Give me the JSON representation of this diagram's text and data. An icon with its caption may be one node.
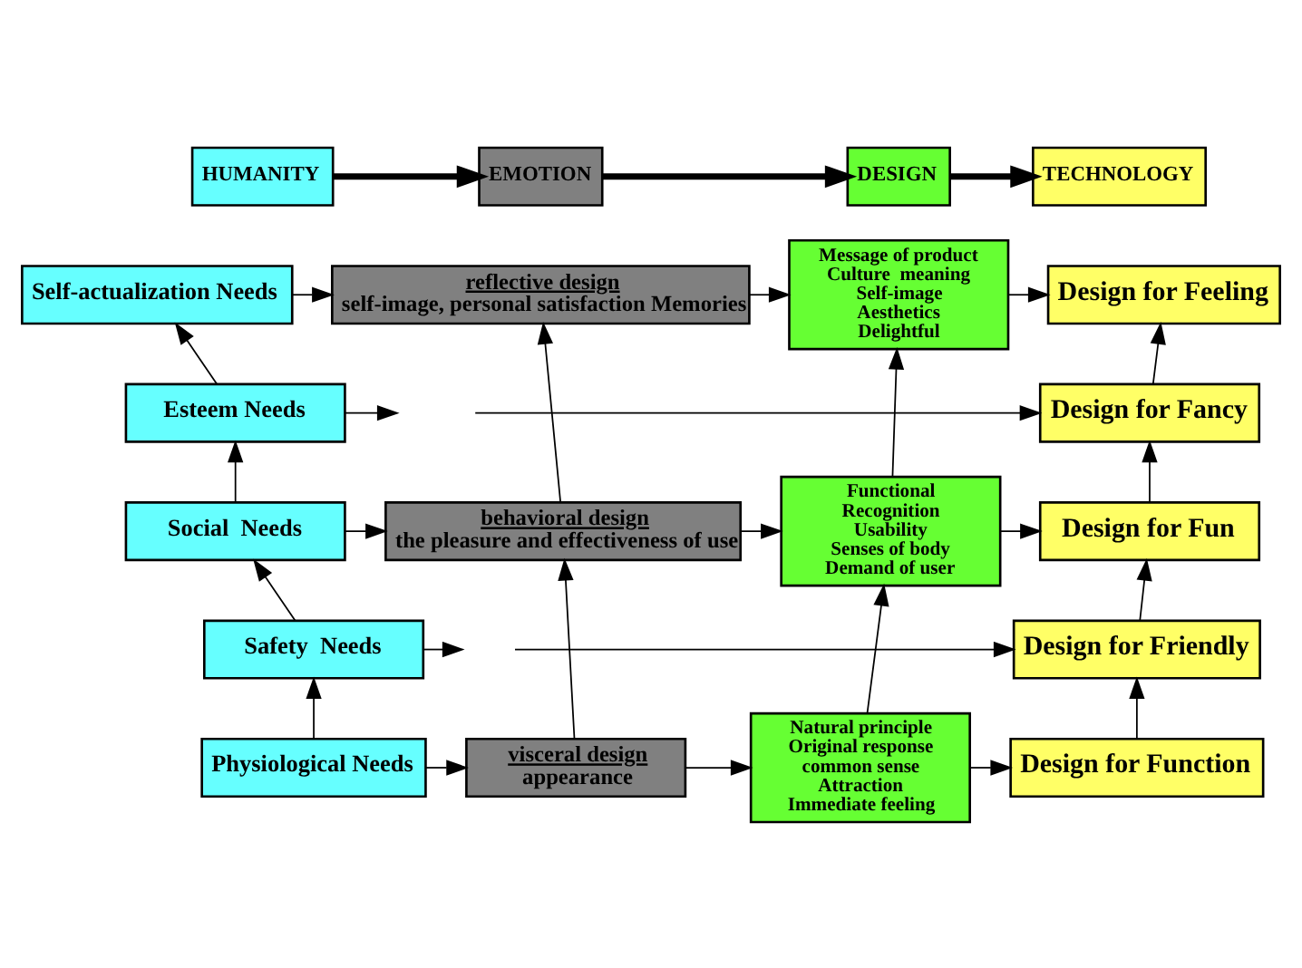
{
  "diagram": {
    "nodes": [
      {
        "text": [
          "HUMANITY"
        ]
      },
      {
        "text": [
          "EMOTION"
        ]
      },
      {
        "text": [
          "DESIGN"
        ]
      },
      {
        "text": [
          "TECHNOLOGY"
        ]
      },
      {
        "text": [
          "Self-actualization Needs"
        ]
      },
      {
        "text": [
          "Esteem Needs"
        ]
      },
      {
        "text": [
          "Social  Needs"
        ]
      },
      {
        "text": [
          "Safety  Needs"
        ]
      },
      {
        "text": [
          "Physiological Needs"
        ]
      },
      {
        "text": [
          "reflective design",
          "self-image, personal satisfaction Memories"
        ]
      },
      {
        "text": [
          "behavioral design",
          "the pleasure and effectiveness of use"
        ]
      },
      {
        "text": [
          "visceral design",
          "appearance"
        ]
      },
      {
        "text": [
          "Message of product",
          "Culture  meaning",
          "Self-image",
          "Aesthetics",
          "Delightful"
        ]
      },
      {
        "text": [
          "Functional",
          "Recognition",
          "Usability",
          "Senses of body",
          "Demand of user"
        ]
      },
      {
        "text": [
          "Natural principle",
          "Original response",
          "common sense",
          "Attraction",
          "Immediate feeling"
        ]
      },
      {
        "text": [
          "Design for Feeling"
        ]
      },
      {
        "text": [
          "Design for Fancy"
        ]
      },
      {
        "text": [
          "Design for Fun"
        ]
      },
      {
        "text": [
          "Design for Friendly"
        ]
      },
      {
        "text": [
          "Design for Function"
        ]
      }
    ],
    "edges": [
      {
        "from": 0,
        "to": 1,
        "arrow": "to",
        "style": "thick"
      },
      {
        "from": 1,
        "to": 2,
        "arrow": "to",
        "style": "thick"
      },
      {
        "from": 2,
        "to": 3,
        "arrow": "to",
        "style": "thick"
      },
      {
        "from": 8,
        "to": 7,
        "arrow": "to"
      },
      {
        "from": 7,
        "to": 6,
        "arrow": "to"
      },
      {
        "from": 6,
        "to": 5,
        "arrow": "to"
      },
      {
        "from": 5,
        "to": 4,
        "arrow": "to"
      },
      {
        "from": 11,
        "to": 10,
        "arrow": "to"
      },
      {
        "from": 10,
        "to": 9,
        "arrow": "to"
      },
      {
        "from": 14,
        "to": 13,
        "arrow": "to"
      },
      {
        "from": 13,
        "to": 12,
        "arrow": "to"
      },
      {
        "from": 19,
        "to": 18,
        "arrow": "to"
      },
      {
        "from": 18,
        "to": 17,
        "arrow": "to"
      },
      {
        "from": 17,
        "to": 16,
        "arrow": "to"
      },
      {
        "from": 16,
        "to": 15,
        "arrow": "to"
      },
      {
        "from": 4,
        "to": 9,
        "arrow": "to"
      },
      {
        "from": 9,
        "to": 12,
        "arrow": "to"
      },
      {
        "from": 12,
        "to": 15,
        "arrow": "to"
      },
      {
        "from": 5,
        "to": null,
        "arrow": "to"
      },
      {
        "from": null,
        "to": 16,
        "arrow": "to"
      },
      {
        "from": 6,
        "to": 10,
        "arrow": "to"
      },
      {
        "from": 10,
        "to": 13,
        "arrow": "to"
      },
      {
        "from": 13,
        "to": 17,
        "arrow": "to"
      },
      {
        "from": 7,
        "to": null,
        "arrow": "to"
      },
      {
        "from": null,
        "to": 18,
        "arrow": "to"
      },
      {
        "from": 8,
        "to": 11,
        "arrow": "to"
      },
      {
        "from": 11,
        "to": 14,
        "arrow": "to"
      },
      {
        "from": 14,
        "to": 19,
        "arrow": "to"
      }
    ]
  }
}
